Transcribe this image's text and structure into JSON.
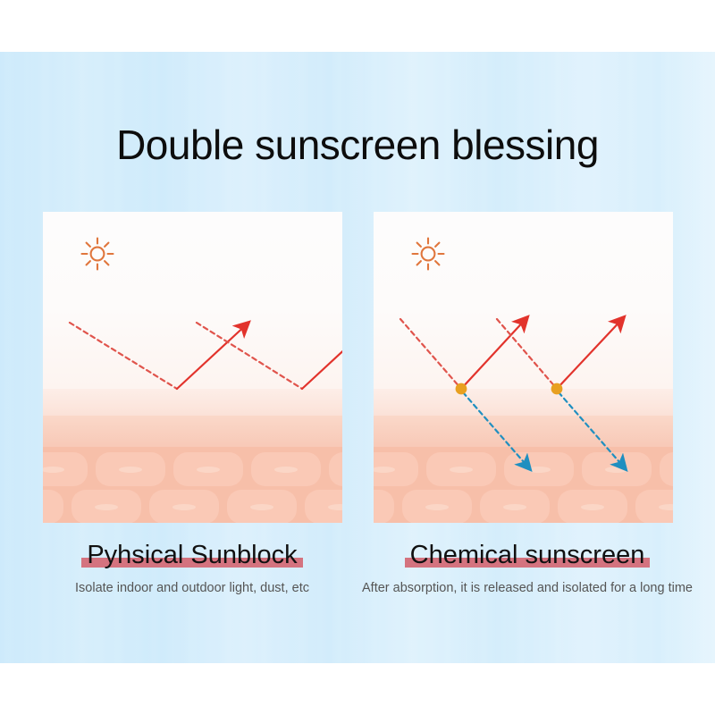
{
  "page": {
    "title": "Double sunscreen blessing",
    "background_top_color": "#ffffff",
    "background_field_color": "#d6eefb"
  },
  "colors": {
    "accent_red": "#e2332c",
    "accent_red_dashed": "#e0544c",
    "accent_blue": "#1f8fc0",
    "accent_orange": "#e8a020",
    "sun_icon": "#e0763c",
    "underline_rose": "#d4737f",
    "skin_surface": "#fbe2d8",
    "skin_mid": "#f8c9b7",
    "skin_deep": "#f7bfa9",
    "skin_cell": "#fac9b6"
  },
  "panels": [
    {
      "id": "physical",
      "sun_icon": "sun-icon",
      "caption_title": "Pyhsical Sunblock",
      "caption_subtitle": "Isolate indoor and outdoor light, dust, etc",
      "mechanism": "reflection",
      "rays": [
        {
          "type": "incoming-dashed",
          "color": "#e0544c"
        },
        {
          "type": "outgoing-solid-arrow",
          "color": "#e2332c"
        },
        {
          "type": "incoming-dashed",
          "color": "#e0544c"
        },
        {
          "type": "outgoing-solid-arrow",
          "color": "#e2332c"
        }
      ]
    },
    {
      "id": "chemical",
      "sun_icon": "sun-icon",
      "caption_title": "Chemical sunscreen",
      "caption_subtitle": "After absorption, it is released and isolated for a long time",
      "mechanism": "absorption-and-release",
      "rays": [
        {
          "type": "incoming-dashed",
          "color": "#e0544c"
        },
        {
          "type": "outgoing-solid-arrow",
          "color": "#e2332c"
        },
        {
          "type": "absorbed-dashed-arrow",
          "color": "#1f8fc0"
        },
        {
          "type": "absorption-node",
          "color": "#e8a020"
        },
        {
          "type": "incoming-dashed",
          "color": "#e0544c"
        },
        {
          "type": "outgoing-solid-arrow",
          "color": "#e2332c"
        },
        {
          "type": "absorbed-dashed-arrow",
          "color": "#1f8fc0"
        },
        {
          "type": "absorption-node",
          "color": "#e8a020"
        }
      ]
    }
  ]
}
